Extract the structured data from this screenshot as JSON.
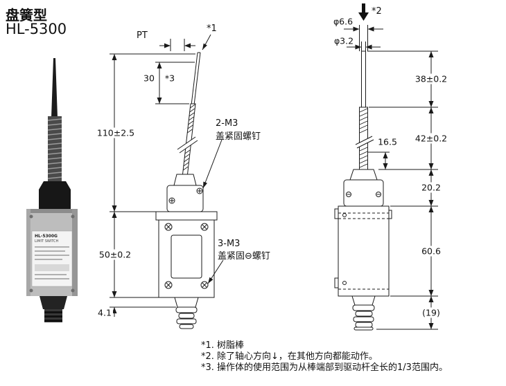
{
  "header": {
    "type_label": "盘簧型",
    "model": "HL-5300"
  },
  "photo": {
    "label_line1": "HL-5300G",
    "label_line2": "LIMIT SWITCH"
  },
  "front_view": {
    "pt_label": "PT",
    "ref1": "*1",
    "dim_rod_range": "30",
    "ref3": "*3",
    "dim_total_height": "110±2.5",
    "screws_top_line1": "2-M3",
    "screws_top_line2": "盖紧固螺钉",
    "dim_body_height": "50±0.2",
    "screws_body_line1": "3-M3",
    "screws_body_line2": "盖紧固⊖螺钉",
    "dim_bottom_step": "4.1"
  },
  "side_view": {
    "ref2": "*2",
    "dim_spring_dia": "φ6.6",
    "dim_rod_dia": "φ3.2",
    "dim_rod_len": "38±0.2",
    "dim_spring_len": "42±0.2",
    "dim_spring_offset": "16.5",
    "dim_head_height": "20.2",
    "dim_body_height": "60.6",
    "dim_plug_height": "(19)"
  },
  "notes": {
    "line1": "*1. 树脂棒",
    "line2": "*2. 除了轴心方向↓，在其他方向都能动作。",
    "line3": "*3. 操作体的使用范围为从棒端部到驱动杆全长的1/3范围内。"
  }
}
